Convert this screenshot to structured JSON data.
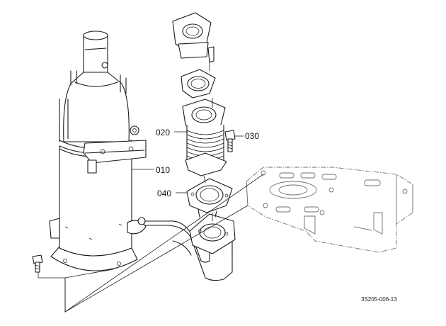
{
  "diagram": {
    "callouts": {
      "part_010": "010",
      "part_020": "020",
      "part_030": "030",
      "part_040": "040"
    },
    "figure_code": "3S205-006-13"
  }
}
